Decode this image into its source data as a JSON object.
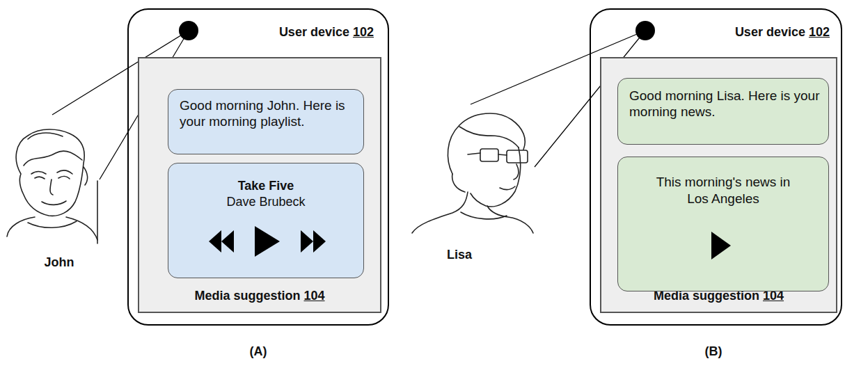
{
  "diagram": {
    "nodes": [
      {
        "text": [
          "User device 102"
        ]
      },
      {
        "text": [
          "Media suggestion 104"
        ],
        "in": 0
      },
      {
        "text": [
          "Good morning John. Here is your morning playlist."
        ],
        "in": 1
      },
      {
        "text": [
          "Take Five",
          "Dave Brubeck"
        ],
        "in": 1
      },
      {
        "text": [
          "User device 102"
        ]
      },
      {
        "text": [
          "Media suggestion 104"
        ],
        "in": 4
      },
      {
        "text": [
          "Good morning Lisa. Here is your morning news."
        ],
        "in": 5
      },
      {
        "text": [
          "This morning's news in Los Angeles"
        ],
        "in": 5
      }
    ],
    "labels": [
      "John",
      "Lisa",
      "(A)",
      "(B)"
    ]
  }
}
